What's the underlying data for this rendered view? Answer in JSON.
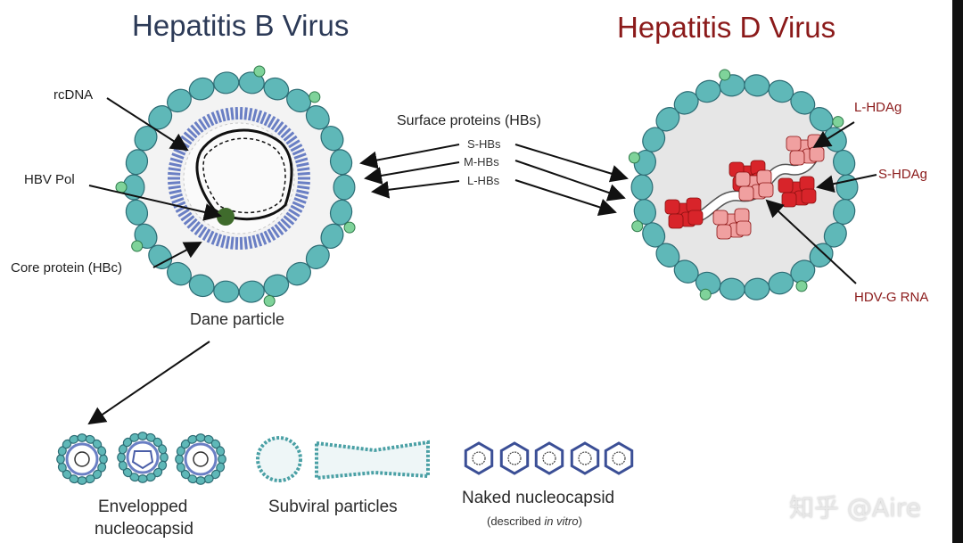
{
  "titles": {
    "hbv": "Hepatitis B Virus",
    "hdv": "Hepatitis D Virus"
  },
  "hbv_labels": {
    "rcdna": "rcDNA",
    "pol": "HBV Pol",
    "core": "Core protein (HBc)",
    "particle": "Dane particle"
  },
  "surface": {
    "title": "Surface proteins (HBs)",
    "s": "S-HBs",
    "m": "M-HBs",
    "l": "L-HBs"
  },
  "hdv_labels": {
    "lhdag": "L-HDAg",
    "shdag": "S-HDAg",
    "rna": "HDV-G RNA"
  },
  "bottom": {
    "env_line1": "Envelopped",
    "env_line2": "nucleocapsid",
    "subviral": "Subviral particles",
    "naked": "Naked nucleocapsid",
    "described_pre": "(described ",
    "described_it": "in vitro",
    "described_post": ")"
  },
  "watermark": "知乎 @Aire",
  "colors": {
    "envelope": "#5fb8b8",
    "envelope_stroke": "#2d6c74",
    "capsid": "#6a7fc4",
    "hbv_title": "#2c3a57",
    "hdv_title": "#8b1a1a",
    "hdag_dark": "#d8242a",
    "hdag_light": "#f0a0a0"
  }
}
